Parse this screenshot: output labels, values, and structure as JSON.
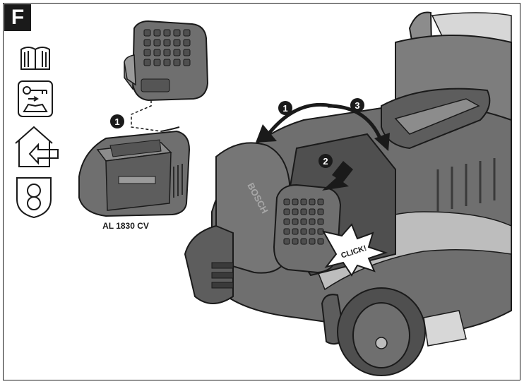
{
  "figure": {
    "letter": "F"
  },
  "charger": {
    "label": "AL 1830 CV"
  },
  "mower": {
    "brand": "BOSCH"
  },
  "steps": {
    "one_a": "1",
    "one_b": "1",
    "two": "2",
    "three": "3"
  },
  "click": {
    "text": "CLICK!"
  },
  "icons": [
    "manual-book-icon",
    "read-manual-key-icon",
    "indoor-storage-icon",
    "safety-class-icon"
  ],
  "colors": {
    "dark": "#1a1a1a",
    "body_gray": "#6f6f6f",
    "mid_gray": "#8c8c8c",
    "light_gray": "#bdbdbd"
  }
}
